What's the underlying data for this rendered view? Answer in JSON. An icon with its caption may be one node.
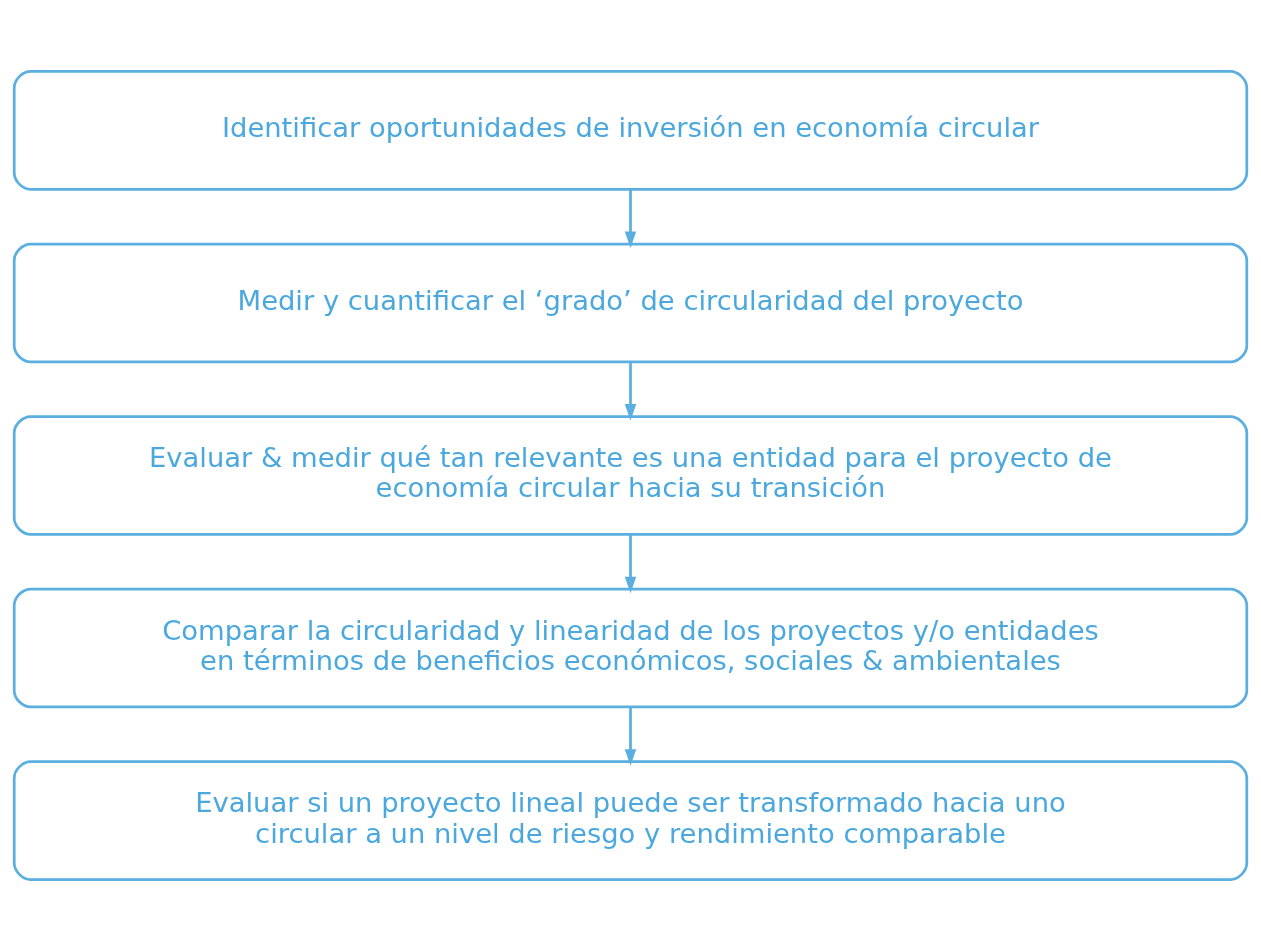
{
  "diagram": {
    "nodes": [
      {
        "text": [
          "Identificar oportunidades de inversión en economía circular"
        ]
      },
      {
        "text": [
          "Medir y cuantificar el ‘grado’ de circularidad del proyecto"
        ]
      },
      {
        "text": [
          "Evaluar & medir qué tan relevante es una entidad para el proyecto de economía circular hacia su transición"
        ]
      },
      {
        "text": [
          "Comparar la circularidad y linearidad de los proyectos y/o entidades en términos de beneficios económicos, sociales & ambientales"
        ]
      },
      {
        "text": [
          "Evaluar si un proyecto lineal puede ser transformado hacia uno circular a un nivel de riesgo y rendimiento comparable"
        ]
      }
    ],
    "edges": [
      {
        "from": 0,
        "to": 1,
        "arrow": "to"
      },
      {
        "from": 1,
        "to": 2,
        "arrow": "to"
      },
      {
        "from": 2,
        "to": 3,
        "arrow": "to"
      },
      {
        "from": 3,
        "to": 4,
        "arrow": "to"
      }
    ]
  }
}
